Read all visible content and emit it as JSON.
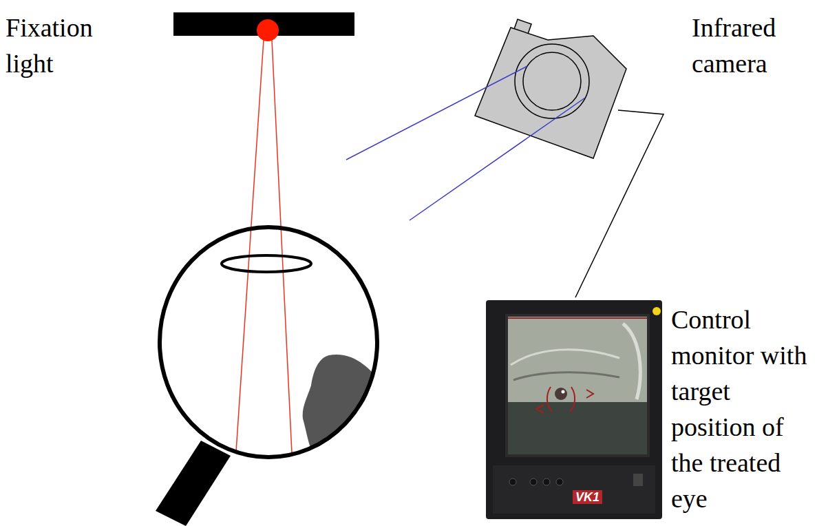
{
  "diagram": {
    "labels": [
      "Fixation light",
      "Infrared camera",
      "Control monitor with target position of the treated eye",
      "VK1"
    ]
  }
}
